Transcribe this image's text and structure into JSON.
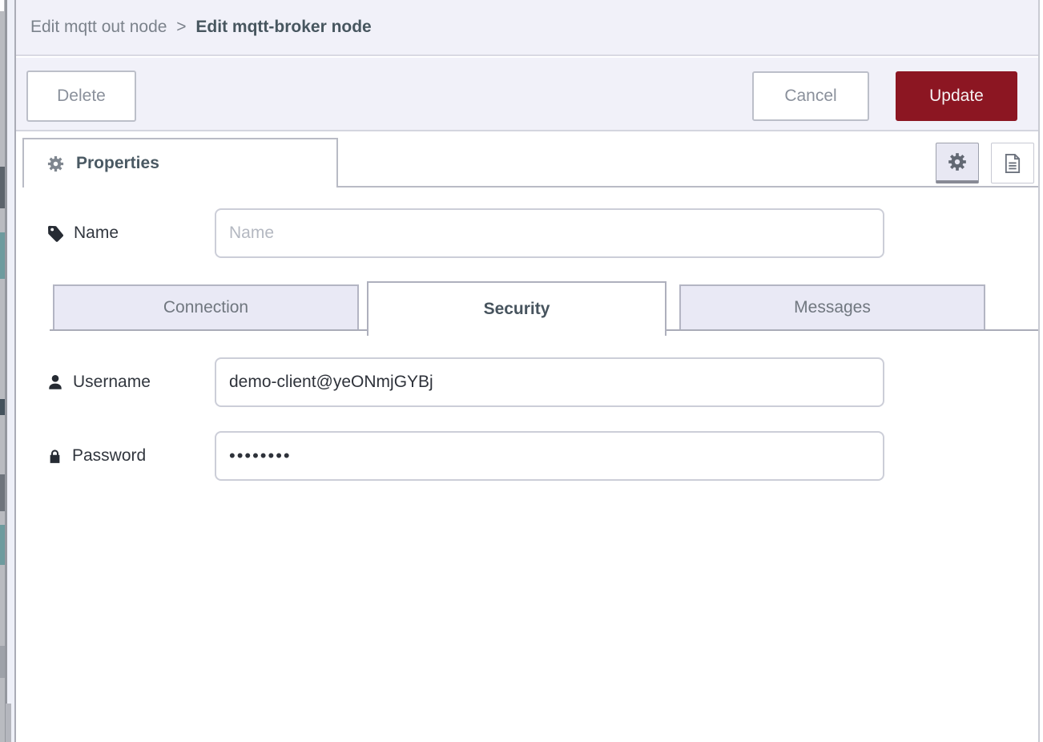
{
  "breadcrumb": {
    "parent": "Edit mqtt out node",
    "separator": ">",
    "current": "Edit mqtt-broker node"
  },
  "toolbar": {
    "delete_label": "Delete",
    "cancel_label": "Cancel",
    "update_label": "Update"
  },
  "panel": {
    "properties_label": "Properties"
  },
  "form": {
    "name": {
      "label": "Name",
      "placeholder": "Name",
      "value": ""
    },
    "tabs": [
      {
        "label": "Connection",
        "active": false
      },
      {
        "label": "Security",
        "active": true
      },
      {
        "label": "Messages",
        "active": false
      }
    ],
    "active_tab": "Security",
    "username": {
      "label": "Username",
      "value": "demo-client@yeONmjGYBj"
    },
    "password": {
      "label": "Password",
      "masked_value": "••••••••"
    }
  },
  "icons": {
    "properties": "gear-icon",
    "name": "tag-icon",
    "username": "user-icon",
    "password": "lock-icon",
    "settings_button": "gear-icon",
    "description_button": "document-icon"
  },
  "colors": {
    "accent_red": "#8c1622",
    "panel_bg": "#f1f1f9",
    "tab_inactive_bg": "#e9e9f5",
    "border": "#b9bbc5"
  }
}
